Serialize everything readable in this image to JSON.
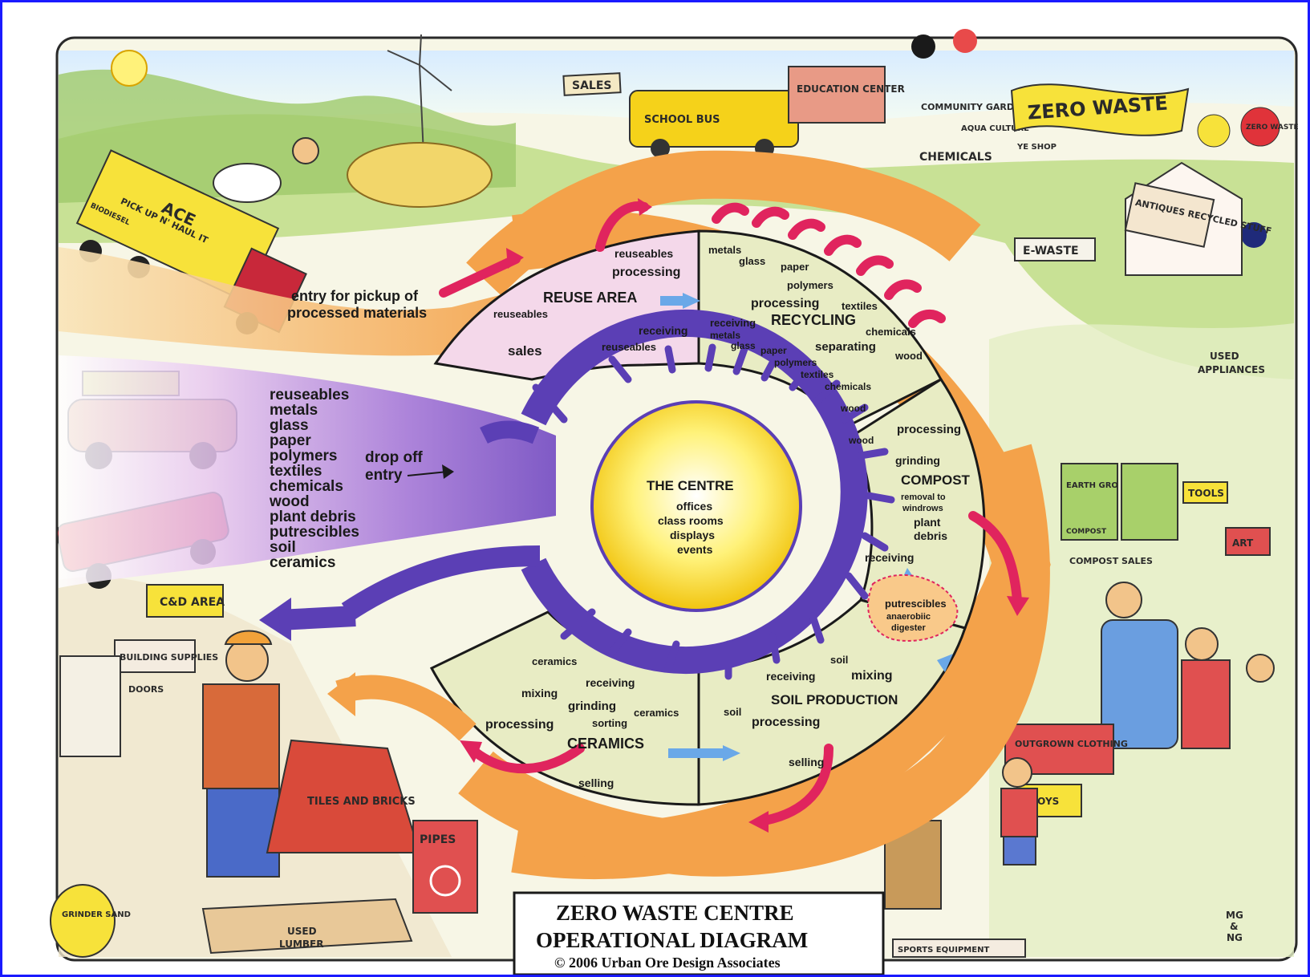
{
  "title": {
    "line1": "ZERO WASTE CENTRE",
    "line2": "OPERATIONAL DIAGRAM",
    "copyright": "© 2006 Urban Ore Design Associates"
  },
  "centre": {
    "title": "THE CENTRE",
    "items": [
      "offices",
      "class rooms",
      "displays",
      "events"
    ]
  },
  "drop_off": {
    "materials": [
      "reuseables",
      "metals",
      "glass",
      "paper",
      "polymers",
      "textiles",
      "chemicals",
      "wood",
      "plant debris",
      "putrescibles",
      "soil",
      "ceramics"
    ],
    "entry_line1": "drop off",
    "entry_line2": "entry"
  },
  "pickup": {
    "line1": "entry for pickup of",
    "line2": "processed materials"
  },
  "reuse": {
    "title": "REUSE AREA",
    "processing_top": "reuseables",
    "processing": "processing",
    "left": "reuseables",
    "sales": "sales",
    "receiving": "receiving",
    "reuseables": "reuseables"
  },
  "recycling": {
    "title": "RECYCLING",
    "top": [
      "metals",
      "glass",
      "paper",
      "polymers",
      "textiles",
      "chemicals"
    ],
    "processing": "processing",
    "receiving": "receiving",
    "receiving_list": [
      "metals",
      "glass",
      "paper",
      "polymers",
      "textiles",
      "chemicals",
      "wood"
    ],
    "separating": "separating",
    "wood": "wood"
  },
  "compost": {
    "title": "COMPOST",
    "processing": "processing",
    "grinding": "grinding",
    "removal1": "removal to",
    "removal2": "windrows",
    "plant1": "plant",
    "plant2": "debris",
    "receiving": "receiving",
    "wood": "wood",
    "putrescibles": "putrescibles",
    "anaerobic1": "anaerobiic",
    "anaerobic2": "digester"
  },
  "soil": {
    "title": "SOIL PRODUCTION",
    "soil_top": "soil",
    "mixing": "mixing",
    "receiving": "receiving",
    "soil": "soil",
    "processing": "processing",
    "selling": "selling"
  },
  "ceramics": {
    "title": "CERAMICS",
    "ceramics_top": "ceramics",
    "receiving": "receiving",
    "mixing": "mixing",
    "grinding": "grinding",
    "ceramics": "ceramics",
    "sorting": "sorting",
    "processing": "processing",
    "selling": "selling"
  },
  "scene": {
    "sales_sign": "SALES",
    "education_center": "EDUCATION CENTER",
    "community_gardens": "COMMUNITY GARDENS",
    "aqua_culture": "AQUA CULTURE",
    "zero_waste": "ZERO WASTE",
    "chemicals": "CHEMICALS",
    "ye_shop": "YE SHOP",
    "zero_waste_balloon": "ZERO WASTE",
    "antiques": "ANTIQUES RECYCLED STUFF",
    "e_waste": "E-WASTE",
    "used_appliances1": "USED",
    "used_appliances2": "APPLIANCES",
    "school_bus": "SCHOOL BUS",
    "truck_ace": "ACE",
    "truck_pickup": "PICK UP N' HAUL IT",
    "truck_biodiesel": "BIODIESEL",
    "earth_gro": "EARTH GRO",
    "compost_bag": "COMPOST",
    "tools": "TOOLS",
    "art": "ART",
    "compost_sales": "COMPOST SALES",
    "cd_area": "C&D AREA",
    "building_supplies": "BUILDING SUPPLIES",
    "doors": "DOORS",
    "tiles_bricks": "TILES AND BRICKS",
    "pipes": "PIPES",
    "used_lumber1": "USED",
    "used_lumber2": "LUMBER",
    "grinder_sand": "GRINDER SAND",
    "outgrown_clothing": "OUTGROWN CLOTHING",
    "toys": "TOYS",
    "sports_equipment": "SPORTS EQUIPMENT",
    "signature1": "MG",
    "signature2": "&",
    "signature3": "NG"
  },
  "colors": {
    "orange_ring": "#f4a24a",
    "purple_ring": "#5b3fb5",
    "segment_fill": "#e8ecc4",
    "reuse_fill": "#f4d8ea",
    "centre_yellow": "#fff06a",
    "red_arrow": "#e0245e",
    "blue_arrow": "#6aa8e8"
  }
}
